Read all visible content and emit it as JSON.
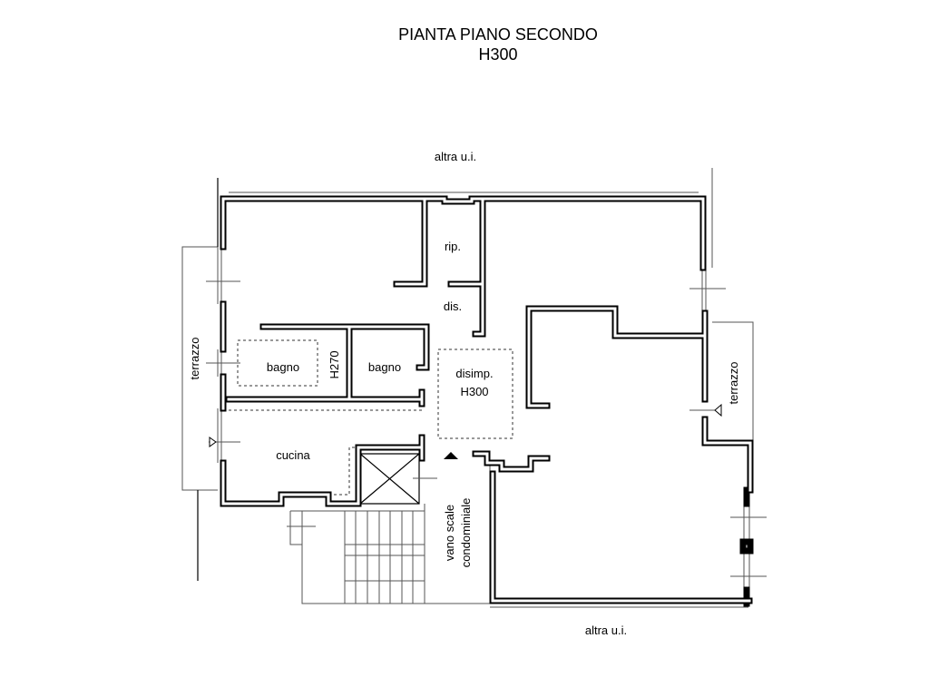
{
  "header": {
    "title": "PIANTA PIANO SECONDO",
    "subtitle": "H300"
  },
  "labels": {
    "neighbor_top": "altra u.i.",
    "neighbor_bottom": "altra u.i.",
    "rip": "rip.",
    "dis": "dis.",
    "bagno_1": "bagno",
    "bagno_1_height": "H270",
    "bagno_2": "bagno",
    "disimp": "disimp.",
    "disimp_height": "H300",
    "cucina": "cucina",
    "terrazzo_left": "terrazzo",
    "terrazzo_right": "terrazzo",
    "stair_line1": "vano scale",
    "stair_line2": "condominiale"
  }
}
